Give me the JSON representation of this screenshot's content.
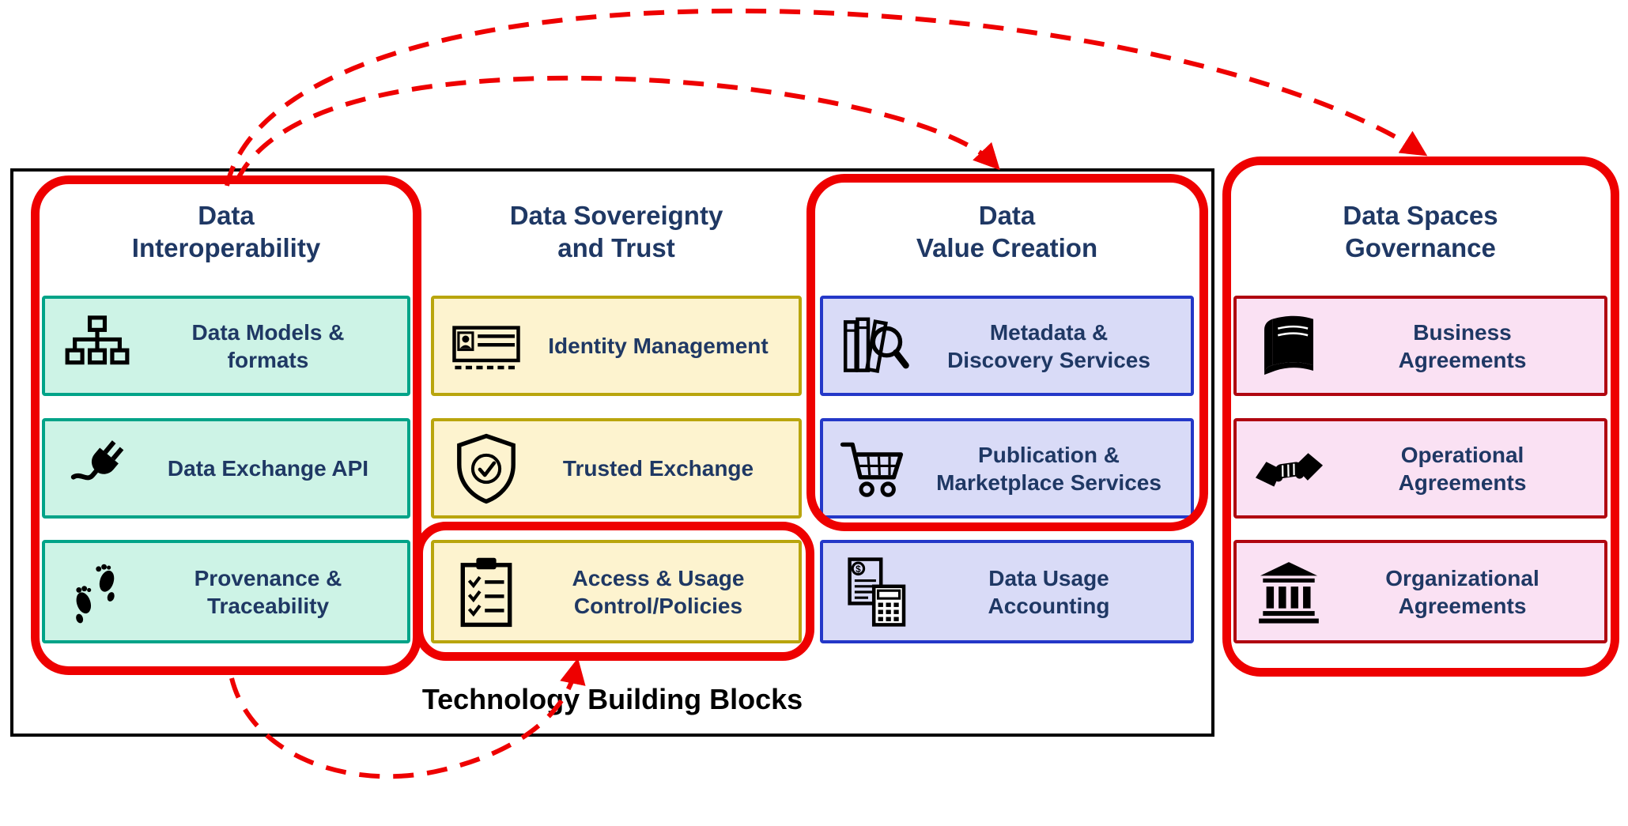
{
  "container_label": "Technology Building Blocks",
  "colors": {
    "annotation_red": "#ee0000",
    "text_navy": "#1f3864",
    "interoperability_fill": "#cdf3e6",
    "interoperability_border": "#00a388",
    "sovereignty_fill": "#fdf3cf",
    "sovereignty_border": "#b9a50d",
    "value_creation_fill": "#d9dbf7",
    "value_creation_border": "#2438c8",
    "governance_fill": "#fae1f3",
    "governance_border": "#b00610"
  },
  "columns": [
    {
      "title": "Data\nInteroperability",
      "items": [
        {
          "icon": "sitemap-icon",
          "label": "Data Models &\nformats"
        },
        {
          "icon": "plug-icon",
          "label": "Data Exchange API"
        },
        {
          "icon": "footprints-icon",
          "label": "Provenance &\nTraceability"
        }
      ]
    },
    {
      "title": "Data Sovereignty\nand Trust",
      "items": [
        {
          "icon": "id-card-icon",
          "label": "Identity Management"
        },
        {
          "icon": "shield-check-icon",
          "label": "Trusted Exchange"
        },
        {
          "icon": "clipboard-checklist-icon",
          "label": "Access & Usage\nControl/Policies"
        }
      ]
    },
    {
      "title": "Data\nValue Creation",
      "items": [
        {
          "icon": "books-magnifier-icon",
          "label": "Metadata &\nDiscovery Services"
        },
        {
          "icon": "shopping-cart-icon",
          "label": "Publication &\nMarketplace Services"
        },
        {
          "icon": "invoice-calculator-icon",
          "label": "Data Usage\nAccounting"
        }
      ]
    },
    {
      "title": "Data Spaces\nGovernance",
      "items": [
        {
          "icon": "book-icon",
          "label": "Business\nAgreements"
        },
        {
          "icon": "handshake-icon",
          "label": "Operational\nAgreements"
        },
        {
          "icon": "bank-icon",
          "label": "Organizational\nAgreements"
        }
      ]
    }
  ],
  "annotations": {
    "highlights": [
      "data-interoperability-group",
      "access-usage-control-block",
      "data-value-creation-group",
      "data-spaces-governance-group"
    ],
    "arrows": [
      "interoperability-to-governance",
      "interoperability-to-value-creation",
      "interoperability-to-access-control"
    ]
  }
}
